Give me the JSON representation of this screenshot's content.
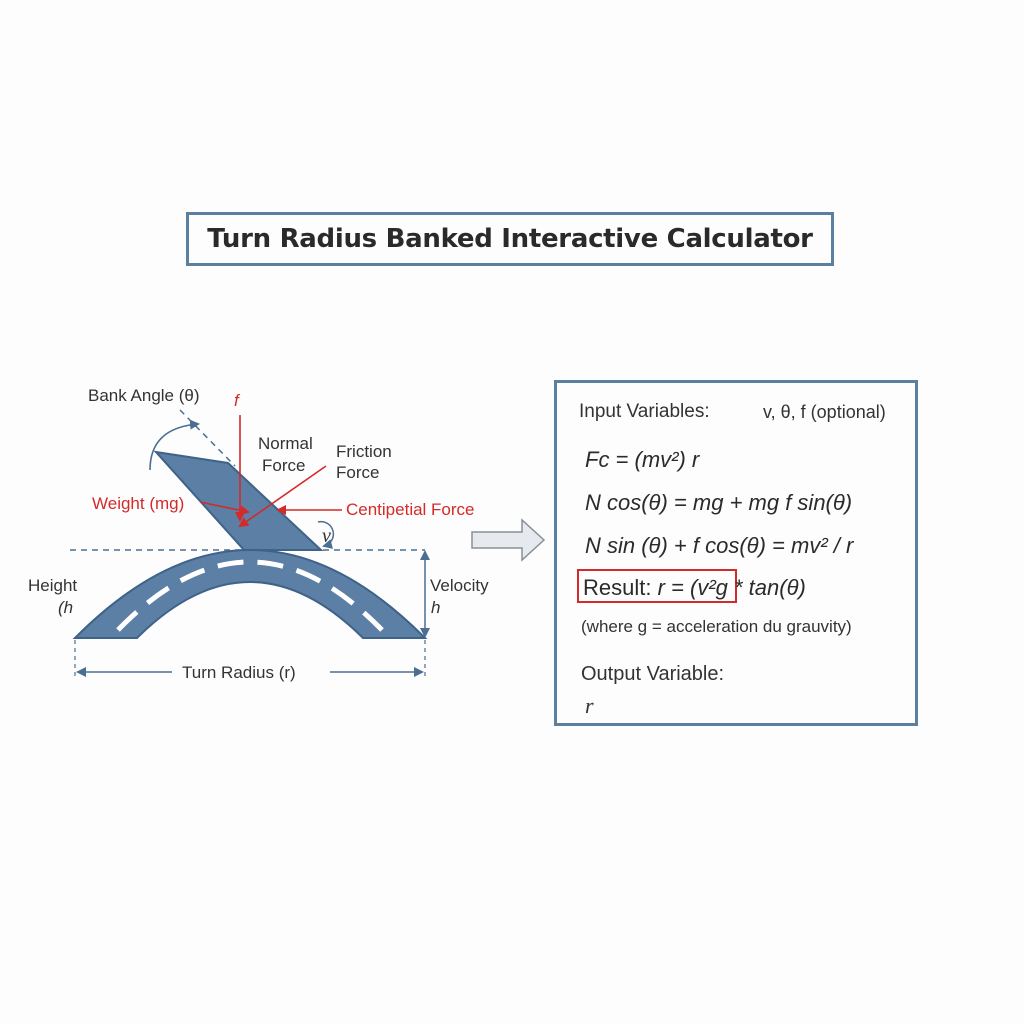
{
  "title": "Turn Radius Banked Interactive Calculator",
  "diagram": {
    "bank_angle": "Bank Angle (θ)",
    "friction_symbol": "f",
    "normal_force_1": "Normal",
    "normal_force_2": "Force",
    "friction_force_1": "Friction",
    "friction_force_2": "Force",
    "weight": "Weight (mg)",
    "centripetal_force": "Centipetial Force",
    "v_symbol": "v",
    "height_1": "Height",
    "height_2": "(h",
    "velocity_1": "Velocity",
    "velocity_2": "h",
    "turn_radius": "Turn Radius (r)"
  },
  "panel": {
    "input_label": "Input Variables:",
    "input_value": "v, θ, f (optional)",
    "eq1": "Fc = (mv²) r",
    "eq2": "N cos(θ) = mg + mg f sin(θ)",
    "eq3": "N sin (θ) + f cos(θ) = mv² / r",
    "result_label": "Result:",
    "result_formula": "r = (v²g * tan(θ)",
    "note": "(where g = acceleration du grauvity)",
    "output_label": "Output Variable:",
    "output_value": "r"
  },
  "colors": {
    "accent_blue": "#5a7f9f",
    "road_fill": "#5b7fa5",
    "force_red": "#d42a2a"
  }
}
